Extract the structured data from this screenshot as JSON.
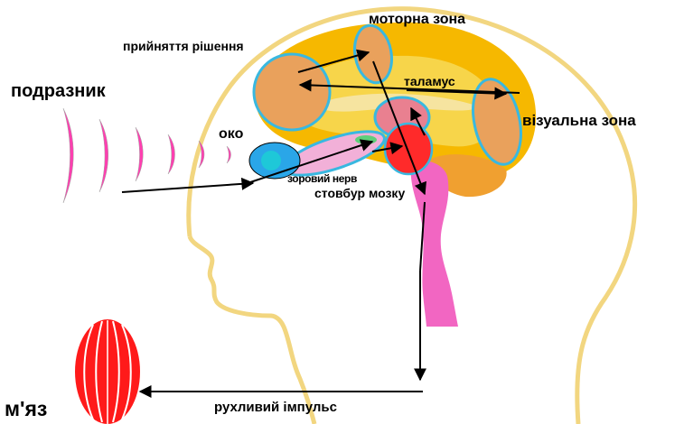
{
  "labels": {
    "stimulus": "подразник",
    "eye": "око",
    "decision": "прийняття рішення",
    "motor_zone": "моторна зона",
    "thalamus": "таламус",
    "visual_zone": "візуальна зона",
    "optic_nerve": "зоровий нерв",
    "brainstem": "стовбур мозку",
    "motor_impulse": "рухливий імпульс",
    "muscle": "м'яз"
  },
  "colors": {
    "head_outline": "#f2d680",
    "brain_cortex": "#f6b800",
    "brain_inner": "#f7d54a",
    "lobe_fill": "#e9a15c",
    "highlight_outline": "#39b8e0",
    "stimulus_waves": "#ff3fb0",
    "eye": "#2aa6e8",
    "brainstem": "#f266c2",
    "thalamus_red": "#ff2a2a",
    "muscle": "#ff1a1a",
    "arrow": "#000000"
  }
}
